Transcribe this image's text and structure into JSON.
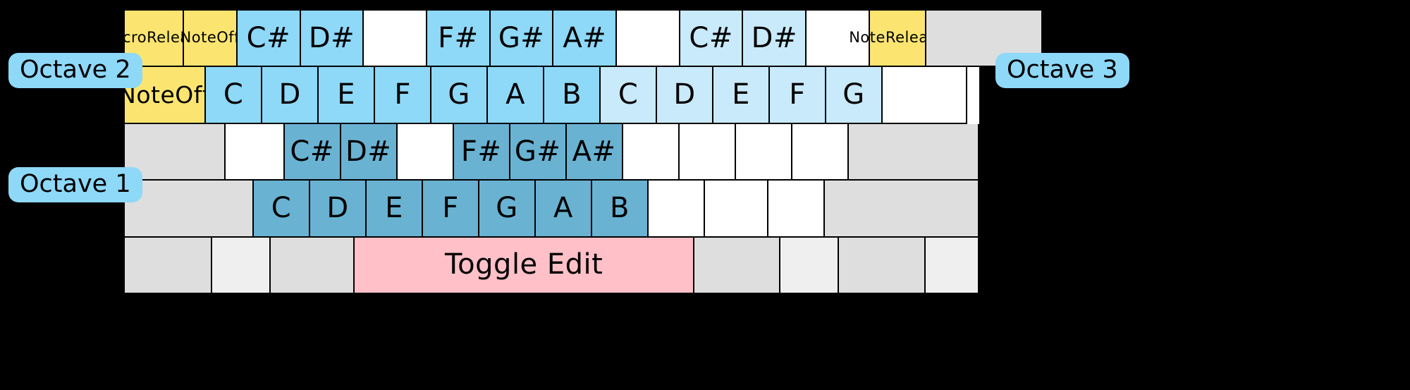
{
  "labels": {
    "octave1": "Octave 1",
    "octave2": "Octave 2",
    "octave3": "Octave 3"
  },
  "colors": {
    "octave1_key": "#69b2d2",
    "octave2_key": "#8ed8f8",
    "octave3_key": "#c8eafb",
    "special_key": "#fbe570",
    "toggle_key": "#ffc0c8",
    "inactive_key": "#dedede",
    "blank_key": "#ffffff",
    "border": "#000000",
    "background": "#000000"
  },
  "keyboard": {
    "rows": [
      {
        "name": "number-row",
        "keys": [
          {
            "label": "Macro\nRelease",
            "color": "special",
            "size": "small",
            "width": 6.9
          },
          {
            "label": "Note\nOff",
            "color": "special",
            "size": "small",
            "width": 6.3
          },
          {
            "label": "C#",
            "color": "octave2",
            "size": "large",
            "width": 7.4
          },
          {
            "label": "D#",
            "color": "octave2",
            "size": "large",
            "width": 7.4
          },
          {
            "label": "",
            "color": "blank",
            "size": "large",
            "width": 7.4
          },
          {
            "label": "F#",
            "color": "octave2",
            "size": "large",
            "width": 7.4
          },
          {
            "label": "G#",
            "color": "octave2",
            "size": "large",
            "width": 7.4
          },
          {
            "label": "A#",
            "color": "octave2",
            "size": "large",
            "width": 7.4
          },
          {
            "label": "",
            "color": "blank",
            "size": "large",
            "width": 7.4
          },
          {
            "label": "C#",
            "color": "octave3",
            "size": "large",
            "width": 7.4
          },
          {
            "label": "D#",
            "color": "octave3",
            "size": "large",
            "width": 7.4
          },
          {
            "label": "",
            "color": "blank",
            "size": "large",
            "width": 7.4
          },
          {
            "label": "Note\nRelease",
            "color": "special",
            "size": "small",
            "width": 6.6
          },
          {
            "label": "",
            "color": "inactive",
            "size": "large",
            "width": 13.6
          }
        ]
      },
      {
        "name": "qwerty-row",
        "keys": [
          {
            "label": "Note\nOff",
            "color": "special",
            "size": "med",
            "width": 9.5
          },
          {
            "label": "C",
            "color": "octave2",
            "size": "large",
            "width": 6.6
          },
          {
            "label": "D",
            "color": "octave2",
            "size": "large",
            "width": 6.6
          },
          {
            "label": "E",
            "color": "octave2",
            "size": "large",
            "width": 6.6
          },
          {
            "label": "F",
            "color": "octave2",
            "size": "large",
            "width": 6.6
          },
          {
            "label": "G",
            "color": "octave2",
            "size": "large",
            "width": 6.6
          },
          {
            "label": "A",
            "color": "octave2",
            "size": "large",
            "width": 6.6
          },
          {
            "label": "B",
            "color": "octave2",
            "size": "large",
            "width": 6.6
          },
          {
            "label": "C",
            "color": "octave3",
            "size": "large",
            "width": 6.6
          },
          {
            "label": "D",
            "color": "octave3",
            "size": "large",
            "width": 6.6
          },
          {
            "label": "E",
            "color": "octave3",
            "size": "large",
            "width": 6.6
          },
          {
            "label": "F",
            "color": "octave3",
            "size": "large",
            "width": 6.6
          },
          {
            "label": "G",
            "color": "octave3",
            "size": "large",
            "width": 6.6
          },
          {
            "label": "",
            "color": "blank",
            "size": "large",
            "width": 9.9
          }
        ]
      },
      {
        "name": "asdf-row",
        "keys": [
          {
            "label": "",
            "color": "inactive",
            "size": "large",
            "width": 11.8
          },
          {
            "label": "",
            "color": "blank",
            "size": "large",
            "width": 6.9
          },
          {
            "label": "C#",
            "color": "octave1",
            "size": "large",
            "width": 6.6
          },
          {
            "label": "D#",
            "color": "octave1",
            "size": "large",
            "width": 6.6
          },
          {
            "label": "",
            "color": "blank",
            "size": "large",
            "width": 6.6
          },
          {
            "label": "F#",
            "color": "octave1",
            "size": "large",
            "width": 6.6
          },
          {
            "label": "G#",
            "color": "octave1",
            "size": "large",
            "width": 6.6
          },
          {
            "label": "A#",
            "color": "octave1",
            "size": "large",
            "width": 6.6
          },
          {
            "label": "",
            "color": "blank",
            "size": "large",
            "width": 6.6
          },
          {
            "label": "",
            "color": "blank",
            "size": "large",
            "width": 6.6
          },
          {
            "label": "",
            "color": "blank",
            "size": "large",
            "width": 6.6
          },
          {
            "label": "",
            "color": "blank",
            "size": "large",
            "width": 6.6
          },
          {
            "label": "",
            "color": "inactive",
            "size": "large",
            "width": 15.3
          }
        ]
      },
      {
        "name": "zxcv-row",
        "keys": [
          {
            "label": "",
            "color": "inactive",
            "size": "large",
            "width": 15.1
          },
          {
            "label": "C",
            "color": "octave1",
            "size": "large",
            "width": 6.6
          },
          {
            "label": "D",
            "color": "octave1",
            "size": "large",
            "width": 6.6
          },
          {
            "label": "E",
            "color": "octave1",
            "size": "large",
            "width": 6.6
          },
          {
            "label": "F",
            "color": "octave1",
            "size": "large",
            "width": 6.6
          },
          {
            "label": "G",
            "color": "octave1",
            "size": "large",
            "width": 6.6
          },
          {
            "label": "A",
            "color": "octave1",
            "size": "large",
            "width": 6.6
          },
          {
            "label": "B",
            "color": "octave1",
            "size": "large",
            "width": 6.6
          },
          {
            "label": "",
            "color": "blank",
            "size": "large",
            "width": 6.6
          },
          {
            "label": "",
            "color": "blank",
            "size": "large",
            "width": 7.4
          },
          {
            "label": "",
            "color": "blank",
            "size": "large",
            "width": 6.6
          },
          {
            "label": "",
            "color": "inactive",
            "size": "large",
            "width": 18.1
          }
        ]
      },
      {
        "name": "space-row",
        "keys": [
          {
            "label": "",
            "color": "inactive",
            "size": "large",
            "width": 10.2
          },
          {
            "label": "",
            "color": "inactive2",
            "size": "large",
            "width": 6.9
          },
          {
            "label": "",
            "color": "inactive",
            "size": "large",
            "width": 9.8
          },
          {
            "label": "Toggle Edit",
            "color": "toggle",
            "size": "large",
            "width": 39.8
          },
          {
            "label": "",
            "color": "inactive",
            "size": "large",
            "width": 10.0
          },
          {
            "label": "",
            "color": "inactive2",
            "size": "large",
            "width": 6.9
          },
          {
            "label": "",
            "color": "inactive",
            "size": "large",
            "width": 10.1
          },
          {
            "label": "",
            "color": "inactive2",
            "size": "large",
            "width": 6.3
          }
        ]
      }
    ]
  }
}
